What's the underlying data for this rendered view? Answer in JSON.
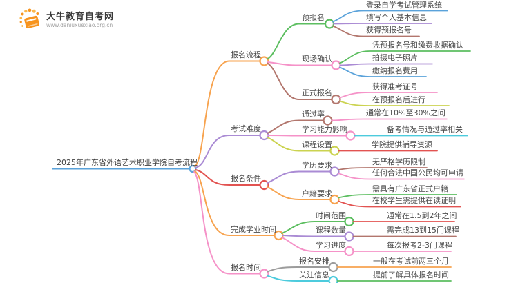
{
  "logo": {
    "title": "大牛教育自考网",
    "url": "www.daniuxuexiao.org.cn"
  },
  "colors": {
    "orange": "#F7A34F",
    "green": "#5CBE60",
    "pink": "#F592C8",
    "brown": "#B2766D",
    "purple": "#AA8BD4",
    "blue": "#5AA2DA",
    "red": "#E25351",
    "cyan": "#4DCBDD",
    "yellowgreen": "#CBD350",
    "gray": "#9C9C9C",
    "logo_orange": "#F7941E",
    "logo_dot": "#FCB84C"
  },
  "mindmap": {
    "root": {
      "label": "2025年广东省外语艺术职业学院自考流程",
      "color": "blue"
    },
    "branches": [
      {
        "label": "报名流程",
        "color": "orange",
        "children": [
          {
            "label": "预报名",
            "color": "green",
            "children": [
              {
                "label": "登录自学考试管理系统",
                "color": "blue"
              },
              {
                "label": "填写个人基本信息",
                "color": "purple"
              },
              {
                "label": "获得预报名号",
                "color": "brown"
              }
            ]
          },
          {
            "label": "现场确认",
            "color": "pink",
            "children": [
              {
                "label": "凭预报名号和缴费收据确认",
                "color": "green"
              },
              {
                "label": "拍摄电子照片",
                "color": "purple"
              },
              {
                "label": "缴纳报名费用",
                "color": "blue"
              }
            ]
          },
          {
            "label": "正式报名",
            "color": "brown",
            "children": [
              {
                "label": "获得准考证号",
                "color": "pink"
              },
              {
                "label": "在预报名后进行",
                "color": "yellowgreen"
              }
            ]
          }
        ]
      },
      {
        "label": "考试难度",
        "color": "purple",
        "children": [
          {
            "label": "通过率",
            "color": "brown",
            "children": [
              {
                "label": "通常在10%至30%之间",
                "color": "pink"
              }
            ]
          },
          {
            "label": "学习能力影响",
            "color": "pink",
            "children": [
              {
                "label": "备考情况与通过率相关",
                "color": "cyan"
              }
            ]
          },
          {
            "label": "课程设置",
            "color": "yellowgreen",
            "children": [
              {
                "label": "学院提供辅导资源",
                "color": "red"
              }
            ]
          }
        ]
      },
      {
        "label": "报名条件",
        "color": "red",
        "children": [
          {
            "label": "学历要求",
            "color": "purple",
            "children": [
              {
                "label": "无严格学历限制",
                "color": "brown"
              },
              {
                "label": "任何合法中国公民均可申请",
                "color": "pink"
              }
            ]
          },
          {
            "label": "户籍要求",
            "color": "orange",
            "children": [
              {
                "label": "需具有广东省正式户籍",
                "color": "green"
              },
              {
                "label": "在校学生需提供在读证明",
                "color": "red"
              }
            ]
          }
        ]
      },
      {
        "label": "完成学业时间",
        "color": "orange",
        "children": [
          {
            "label": "时间范围",
            "color": "green",
            "children": [
              {
                "label": "通常在1.5到2年之间",
                "color": "red"
              }
            ]
          },
          {
            "label": "课程数量",
            "color": "purple",
            "children": [
              {
                "label": "需完成13到15门课程",
                "color": "brown"
              }
            ]
          },
          {
            "label": "学习进度",
            "color": "pink",
            "children": [
              {
                "label": "每次报考2-3门课程",
                "color": "pink"
              }
            ]
          }
        ]
      },
      {
        "label": "报名时间",
        "color": "pink",
        "children": [
          {
            "label": "报名安排",
            "color": "gray",
            "children": [
              {
                "label": "一般在考试前两三个月",
                "color": "orange"
              }
            ]
          },
          {
            "label": "关注信息",
            "color": "cyan",
            "children": [
              {
                "label": "提前了解具体报名时间",
                "color": "green"
              }
            ]
          }
        ]
      }
    ]
  }
}
